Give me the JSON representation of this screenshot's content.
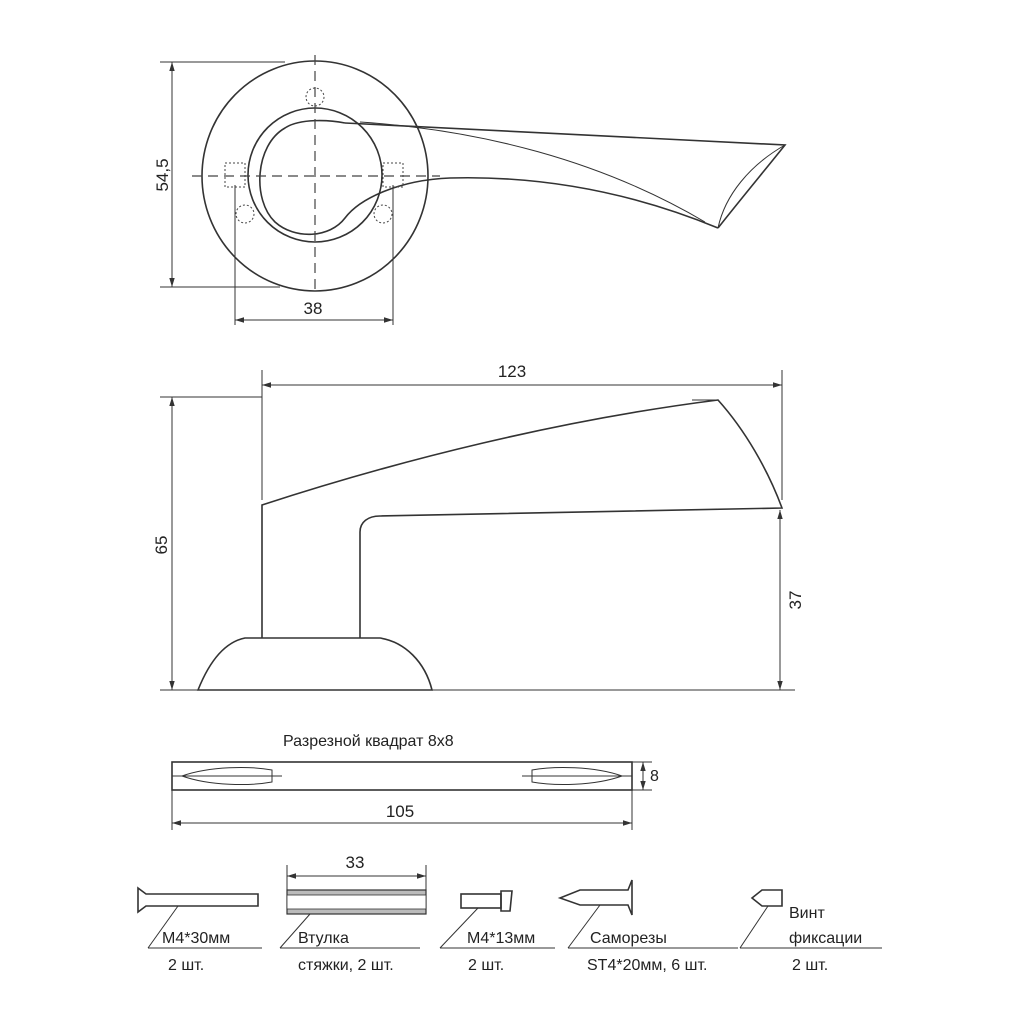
{
  "dimensions": {
    "rose_height": "54,5",
    "hole_spacing": "38",
    "lever_length": "123",
    "total_height": "65",
    "lever_height": "37",
    "spindle_side": "8",
    "spindle_length": "105",
    "sleeve_length": "33"
  },
  "spindle": {
    "title": "Разрезной квадрат 8x8"
  },
  "parts": [
    {
      "line1": "M4*30мм",
      "line2": "2 шт."
    },
    {
      "line1": "Втулка",
      "line2": "стяжки, 2 шт."
    },
    {
      "line1": "M4*13мм",
      "line2": "2 шт."
    },
    {
      "line1": "Саморезы",
      "line2": "ST4*20мм, 6 шт."
    },
    {
      "line1a": "Винт",
      "line1b": "фиксации",
      "line2": "2 шт."
    }
  ]
}
